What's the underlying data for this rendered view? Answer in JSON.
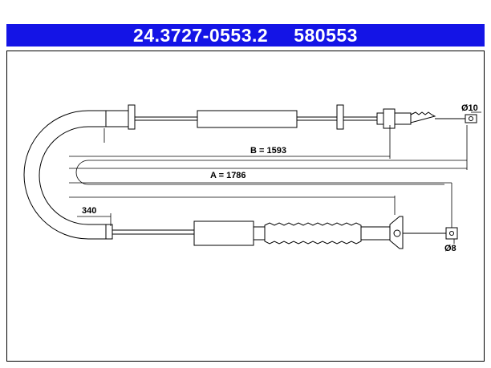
{
  "header": {
    "part_number": "24.3727-0553.2",
    "ref_number": "580553",
    "bg_color": "#1414e6",
    "text_color": "#ffffff"
  },
  "dimensions": {
    "b_label": "B = 1593",
    "a_label": "A = 1786",
    "short_label": "340",
    "dia_top": "Ø10",
    "dia_bottom": "Ø8"
  }
}
